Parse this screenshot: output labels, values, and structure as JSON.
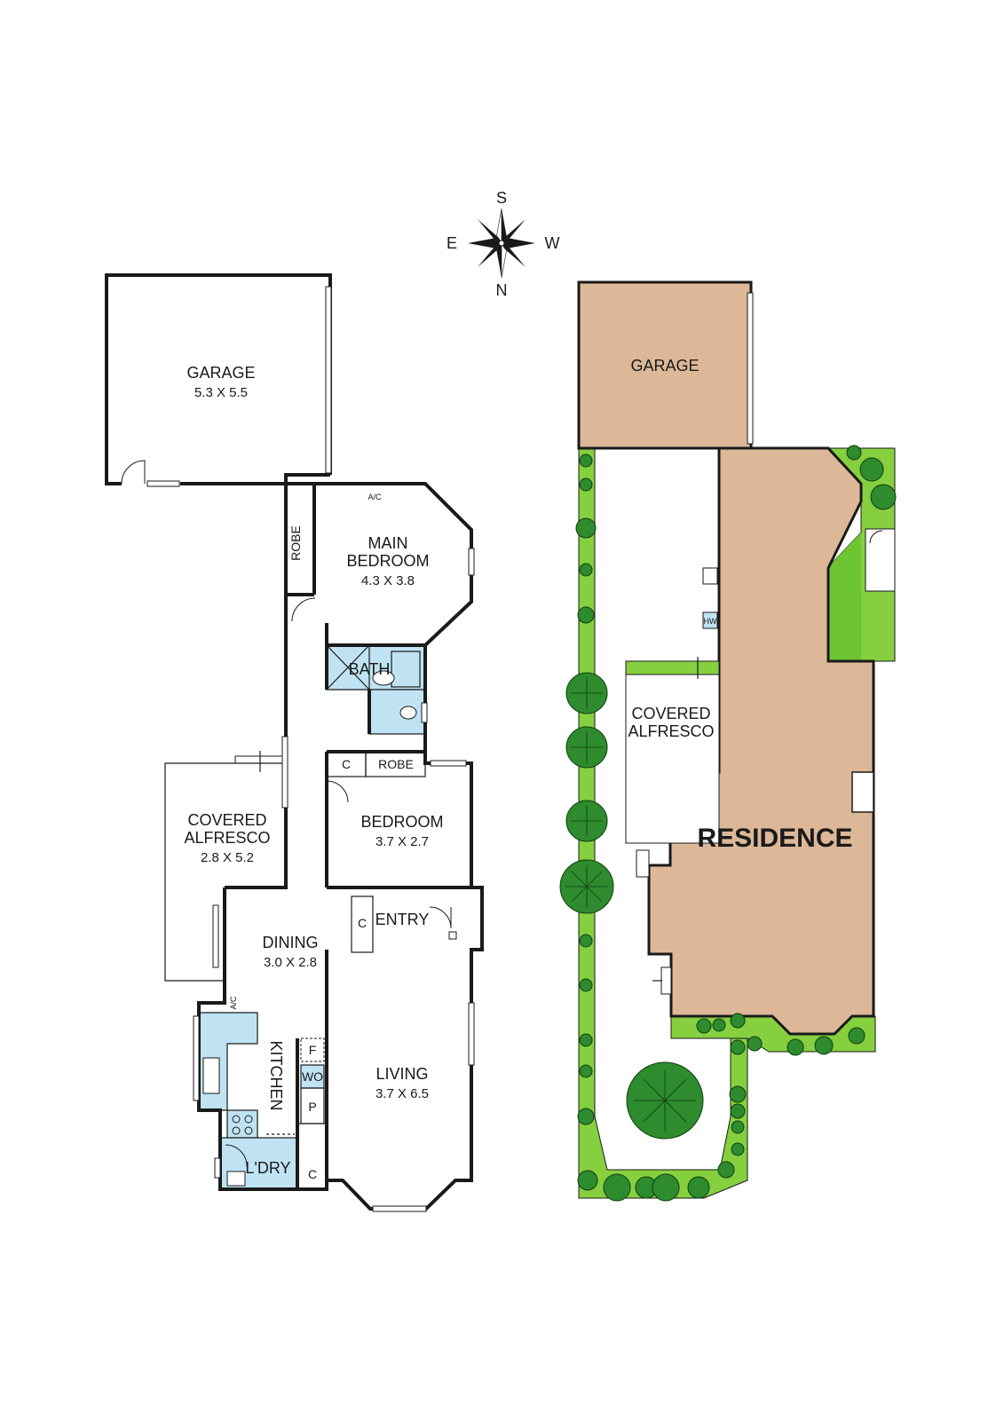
{
  "compass": {
    "top": "S",
    "left": "E",
    "right": "W",
    "bottom": "N"
  },
  "floor_plan": {
    "garage": {
      "name": "GARAGE",
      "dims": "5.3 X 5.5"
    },
    "main_bedroom": {
      "name_line1": "MAIN",
      "name_line2": "BEDROOM",
      "dims": "4.3 X 3.8"
    },
    "robe_main": "ROBE",
    "ac_top": "A/C",
    "bath": "BATH",
    "c_bedroom": "C",
    "robe_bedroom": "ROBE",
    "covered_alfresco": {
      "name_line1": "COVERED",
      "name_line2": "ALFRESCO",
      "dims": "2.8 X 5.2"
    },
    "bedroom": {
      "name": "BEDROOM",
      "dims": "3.7 X 2.7"
    },
    "entry_c": "C",
    "entry": "ENTRY",
    "dining": {
      "name": "DINING",
      "dims": "3.0 X 2.8"
    },
    "ac_kitchen": "A/C",
    "kitchen": "KITCHEN",
    "fridge": "F",
    "wall_oven": "WO",
    "pantry": "P",
    "living": {
      "name": "LIVING",
      "dims": "3.7 X 6.5"
    },
    "laundry": "L'DRY",
    "laundry_c": "C"
  },
  "site_plan": {
    "garage": "GARAGE",
    "hot_water": "HW",
    "covered_alfresco_line1": "COVERED",
    "covered_alfresco_line2": "ALFRESCO",
    "residence": "RESIDENCE"
  },
  "colors": {
    "building": "#dcb898",
    "lawn": "#6cc531",
    "garden_border": "#86d040",
    "wet_area": "#bfe3f2",
    "tree": "#2e8b2e"
  }
}
